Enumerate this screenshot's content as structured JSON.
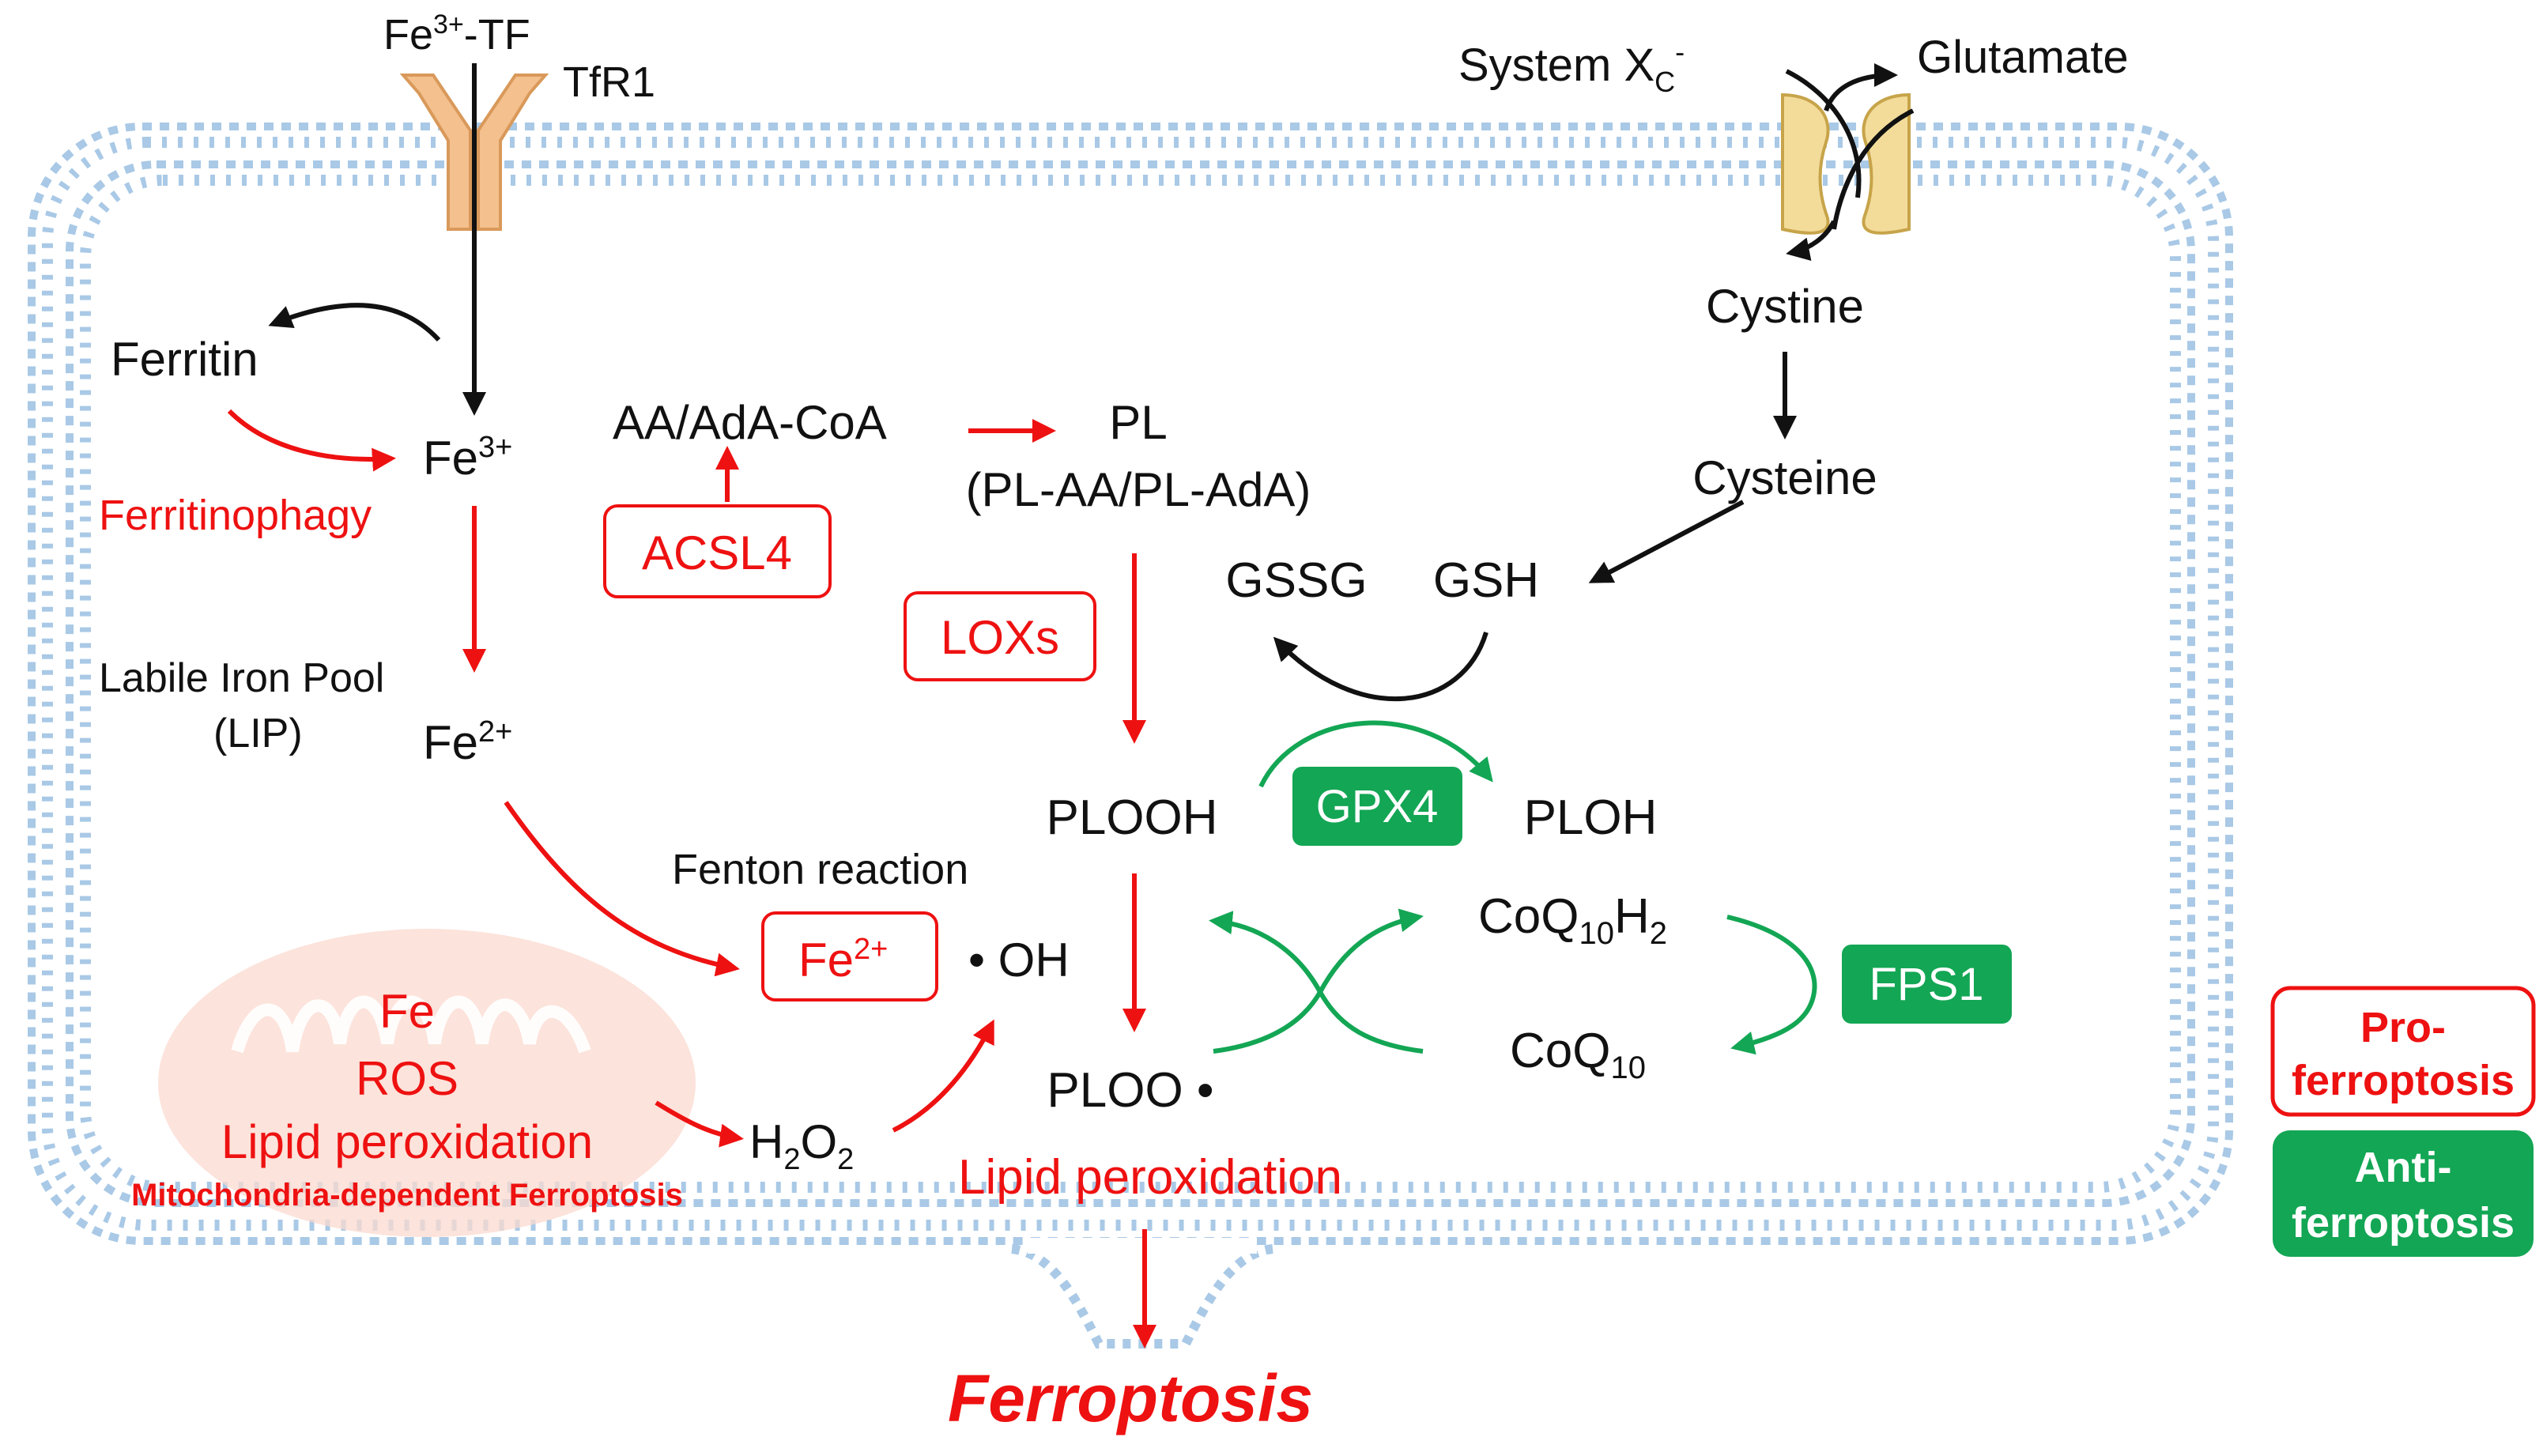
{
  "colors": {
    "pro": "#ee1111",
    "anti": "#13a654",
    "membrane": "#a9c9e6",
    "receptor": "#f4c08e",
    "transporter": "#f3dc9a",
    "mitochondria": "#fbd9cf",
    "arrow_black": "#111111"
  },
  "top": {
    "fe3_tf": "Fe",
    "fe3_tf_sup": "3+",
    "fe3_tf_suffix": "-TF",
    "tfr1": "TfR1",
    "system_xc": "System X",
    "system_xc_sub": "C",
    "system_xc_sup": "-",
    "glutamate": "Glutamate"
  },
  "iron": {
    "ferritin": "Ferritin",
    "fe3": "Fe",
    "fe3_sup": "3+",
    "ferritinophagy": "Ferritinophagy",
    "lip_line1": "Labile Iron Pool",
    "lip_line2": "(LIP)",
    "fe2": "Fe",
    "fe2_sup": "2+",
    "fenton_reaction": "Fenton reaction",
    "fenton_fe2": "Fe",
    "fenton_fe2_sup": "2+",
    "oh": "• OH",
    "h2o2_h": "H",
    "h2o2_sub1": "2",
    "h2o2_o": "O",
    "h2o2_sub2": "2"
  },
  "mito": {
    "fe": "Fe",
    "ros": "ROS",
    "lipid_peroxidation": "Lipid peroxidation",
    "label": "Mitochondria-dependent Ferroptosis"
  },
  "lipid": {
    "aa_coa": "AA/AdA-CoA",
    "acsl4": "ACSL4",
    "pl": "PL",
    "pl_detail": "(PL-AA/PL-AdA)",
    "loxs": "LOXs",
    "plooh": "PLOOH",
    "ploo": "PLOO •",
    "lipid_peroxidation": "Lipid peroxidation",
    "ferroptosis": "Ferroptosis"
  },
  "gsh": {
    "cystine": "Cystine",
    "cysteine": "Cysteine",
    "gssg": "GSSG",
    "gsh": "GSH",
    "gpx4": "GPX4",
    "ploh": "PLOH"
  },
  "coq": {
    "coq10h2": "CoQ",
    "coq10h2_sub": "10",
    "coq10h2_h": "H",
    "coq10h2_h_sub": "2",
    "coq10": "CoQ",
    "coq10_sub": "10",
    "fps1": "FPS1"
  },
  "legend": {
    "pro_line1": "Pro-",
    "pro_line2": "ferroptosis",
    "anti_line1": "Anti-",
    "anti_line2": "ferroptosis"
  }
}
